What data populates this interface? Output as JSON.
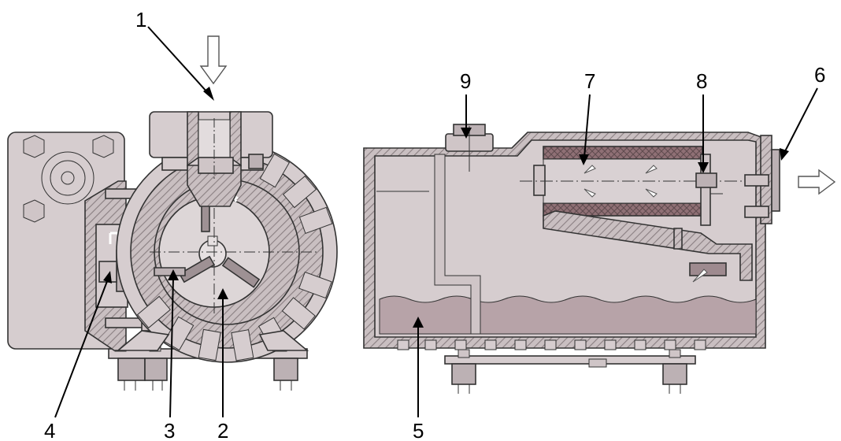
{
  "colors": {
    "housing": "#d6cdcf",
    "housing_dark": "#c9bfc1",
    "hatch": "#8a7f82",
    "oil": "#b7a3a8",
    "filter": "#8f7075",
    "outline": "#333333",
    "arrow": "#ffffff"
  },
  "icons": {
    "inlet": "arrow-down-outline-icon",
    "outlet": "arrow-right-outline-icon"
  },
  "callouts": [
    {
      "id": "callout-1",
      "label": "1"
    },
    {
      "id": "callout-2",
      "label": "2"
    },
    {
      "id": "callout-3",
      "label": "3"
    },
    {
      "id": "callout-4",
      "label": "4"
    },
    {
      "id": "callout-5",
      "label": "5"
    },
    {
      "id": "callout-6",
      "label": "6"
    },
    {
      "id": "callout-7",
      "label": "7"
    },
    {
      "id": "callout-8",
      "label": "8"
    },
    {
      "id": "callout-9",
      "label": "9"
    }
  ]
}
